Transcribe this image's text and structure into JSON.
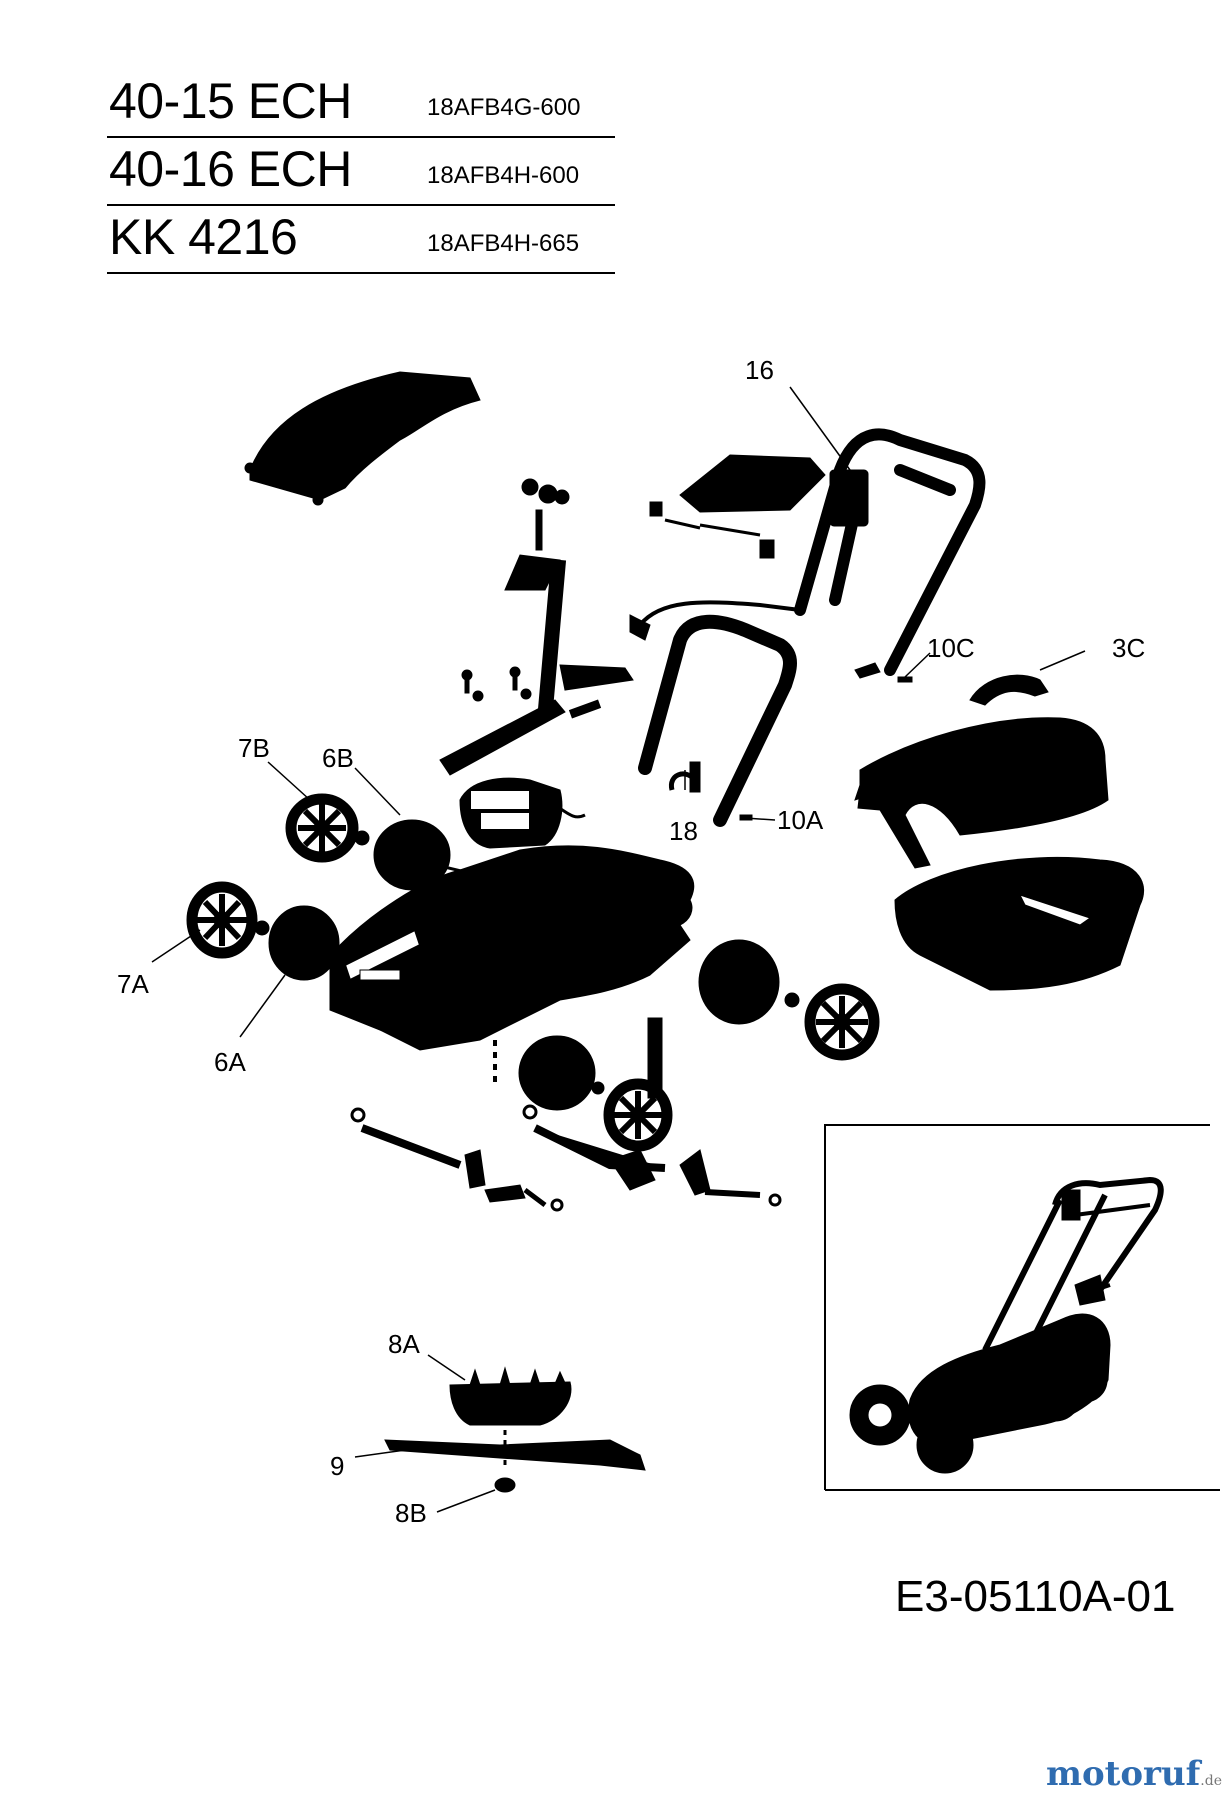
{
  "models": [
    {
      "name": "40-15 ECH",
      "code": "18AFB4G-600"
    },
    {
      "name": "40-16 ECH",
      "code": "18AFB4H-600"
    },
    {
      "name": "KK 4216",
      "code": "18AFB4H-665"
    }
  ],
  "part_labels": {
    "p16": "16",
    "p10C": "10C",
    "p3C": "3C",
    "p7B": "7B",
    "p6B": "6B",
    "p18": "18",
    "p10A": "10A",
    "p7A": "7A",
    "p6A": "6A",
    "p8A": "8A",
    "p9": "9",
    "p8B": "8B"
  },
  "document_code": "E3-05110A-01",
  "watermark": {
    "brand": "motoruf",
    "suffix": ".de"
  }
}
